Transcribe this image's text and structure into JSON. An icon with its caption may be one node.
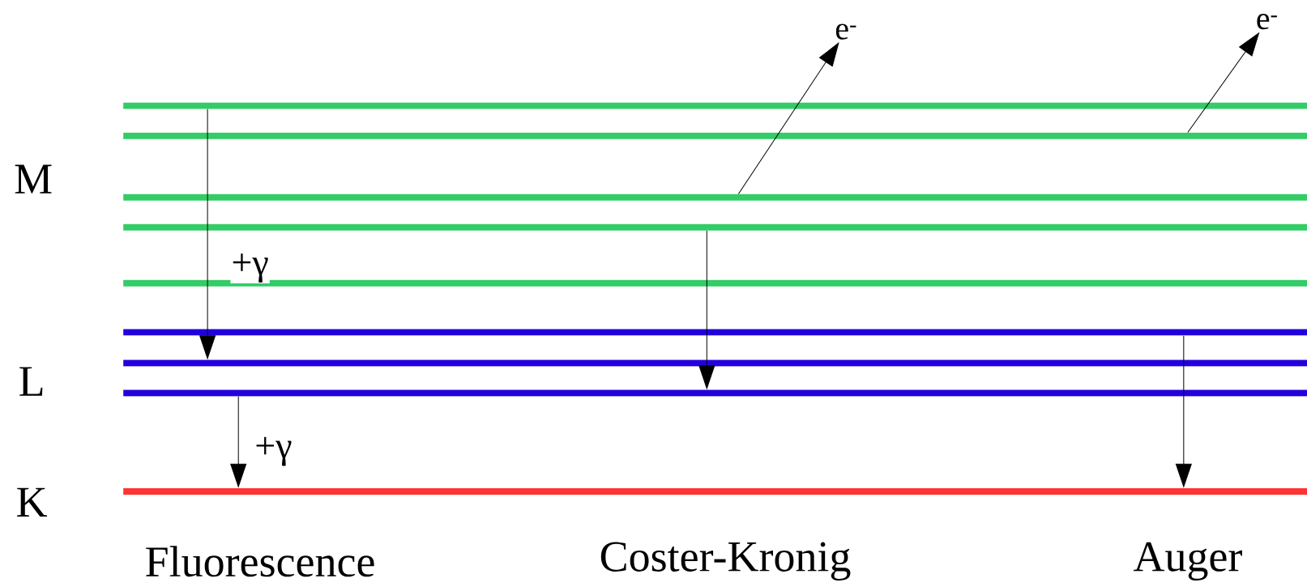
{
  "diagram": {
    "nodes": [
      {
        "text": [],
        "shape": "bar"
      },
      {
        "text": [],
        "shape": "bar"
      },
      {
        "text": [],
        "shape": "bar"
      },
      {
        "text": [],
        "shape": "bar"
      },
      {
        "text": [],
        "shape": "bar"
      },
      {
        "text": [],
        "shape": "bar"
      },
      {
        "text": [],
        "shape": "bar"
      },
      {
        "text": [],
        "shape": "bar"
      },
      {
        "text": [],
        "shape": "bar"
      },
      {
        "text": [
          "e$^{-}$"
        ]
      },
      {
        "text": [
          "e$^{-}$"
        ]
      }
    ],
    "edges": [
      {
        "from": 0,
        "to": 6,
        "arrow": "to",
        "label": "+γ"
      },
      {
        "from": 7,
        "to": 8,
        "arrow": "to",
        "label": "+γ"
      },
      {
        "from": 3,
        "to": 7,
        "arrow": "to"
      },
      {
        "from": 2,
        "to": 9,
        "arrow": "to"
      },
      {
        "from": 5,
        "to": 8,
        "arrow": "to"
      },
      {
        "from": 1,
        "to": 10,
        "arrow": "to"
      }
    ],
    "labels": [
      "M",
      "L",
      "K",
      "Fluorescence",
      "Coster-Kronig",
      "Auger"
    ]
  }
}
